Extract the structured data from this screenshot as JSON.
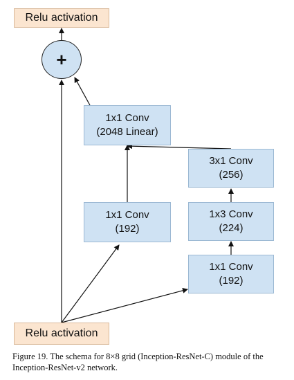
{
  "diagram": {
    "top_relu": "Relu activation",
    "sum_symbol": "+",
    "bottom_relu": "Relu activation",
    "conv_linear": {
      "line1": "1x1 Conv",
      "line2": "(2048 Linear)"
    },
    "conv_3x1": {
      "line1": "3x1 Conv",
      "line2": "(256)"
    },
    "conv_1x3": {
      "line1": "1x3 Conv",
      "line2": "(224)"
    },
    "conv_1x1_right": {
      "line1": "1x1 Conv",
      "line2": "(192)"
    },
    "conv_1x1_left": {
      "line1": "1x1 Conv",
      "line2": "(192)"
    }
  },
  "caption": "Figure 19. The schema for 8×8 grid (Inception-ResNet-C) module of the Inception-ResNet-v2 network."
}
